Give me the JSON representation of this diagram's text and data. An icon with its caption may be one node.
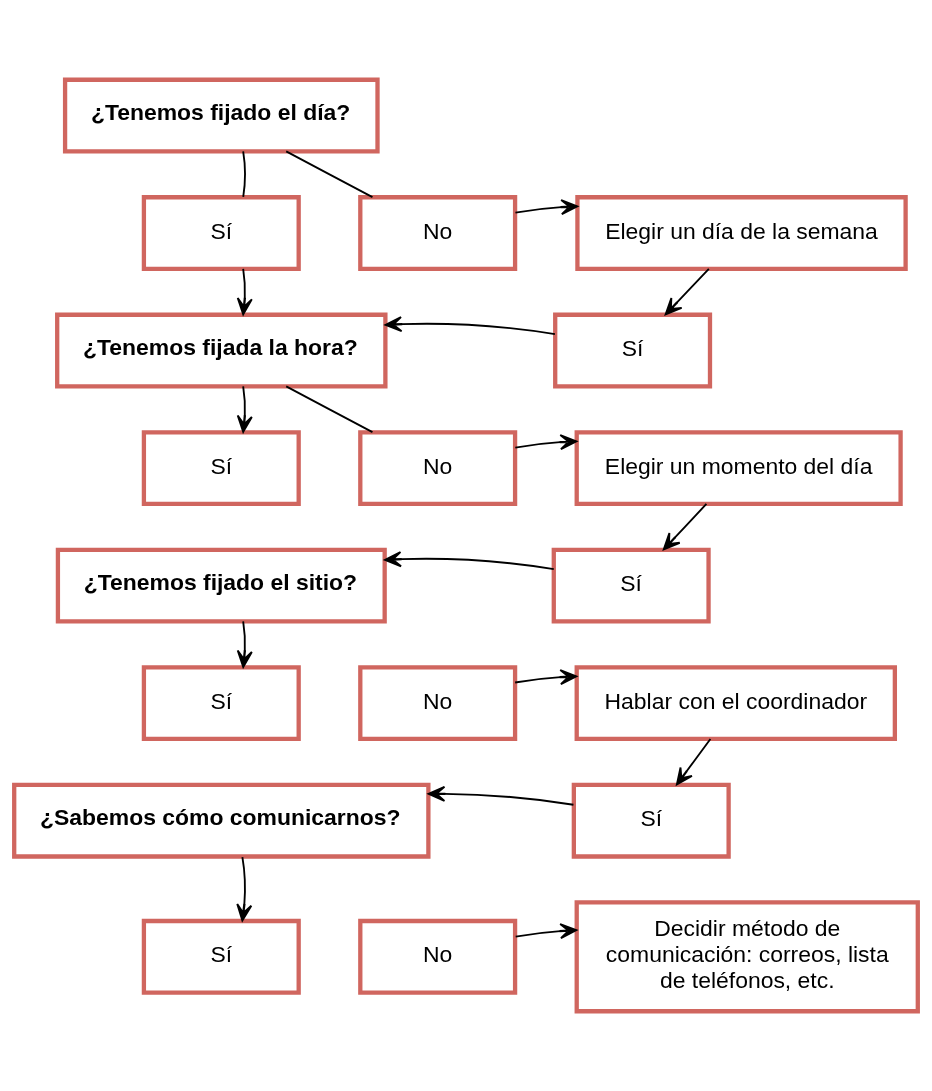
{
  "diagram": {
    "nodes": [
      {
        "text": [
          "¿Tenemos fijado el día?"
        ]
      },
      {
        "text": [
          "Sí"
        ]
      },
      {
        "text": [
          "No"
        ]
      },
      {
        "text": [
          "Elegir un día de la semana"
        ]
      },
      {
        "text": [
          "¿Tenemos fijada la hora?"
        ]
      },
      {
        "text": [
          "Sí"
        ]
      },
      {
        "text": [
          "Sí"
        ]
      },
      {
        "text": [
          "No"
        ]
      },
      {
        "text": [
          "Elegir un momento del día"
        ]
      },
      {
        "text": [
          "¿Tenemos fijado el sitio?"
        ]
      },
      {
        "text": [
          "Sí"
        ]
      },
      {
        "text": [
          "Sí"
        ]
      },
      {
        "text": [
          "No"
        ]
      },
      {
        "text": [
          "Hablar con el coordinador"
        ]
      },
      {
        "text": [
          "¿Sabemos cómo comunicarnos?"
        ]
      },
      {
        "text": [
          "Sí"
        ]
      },
      {
        "text": [
          "Sí"
        ]
      },
      {
        "text": [
          "No"
        ]
      },
      {
        "text": [
          "Decidir método de comunicación: correos, lista de teléfonos, etc."
        ]
      }
    ],
    "edges": [
      {
        "from": 0,
        "to": 1,
        "arrow": "none"
      },
      {
        "from": 0,
        "to": 2,
        "arrow": "none"
      },
      {
        "from": 2,
        "to": 3,
        "arrow": "to"
      },
      {
        "from": 1,
        "to": 4,
        "arrow": "to"
      },
      {
        "from": 3,
        "to": 5,
        "arrow": "to"
      },
      {
        "from": 5,
        "to": 4,
        "arrow": "to"
      },
      {
        "from": 4,
        "to": 6,
        "arrow": "to"
      },
      {
        "from": 4,
        "to": 7,
        "arrow": "none"
      },
      {
        "from": 7,
        "to": 8,
        "arrow": "to"
      },
      {
        "from": 8,
        "to": 10,
        "arrow": "to"
      },
      {
        "from": 10,
        "to": 9,
        "arrow": "to"
      },
      {
        "from": 9,
        "to": 11,
        "arrow": "to"
      },
      {
        "from": 12,
        "to": 13,
        "arrow": "to"
      },
      {
        "from": 13,
        "to": 15,
        "arrow": "to"
      },
      {
        "from": 15,
        "to": 14,
        "arrow": "to"
      },
      {
        "from": 14,
        "to": 16,
        "arrow": "to"
      },
      {
        "from": 17,
        "to": 18,
        "arrow": "to"
      }
    ]
  }
}
